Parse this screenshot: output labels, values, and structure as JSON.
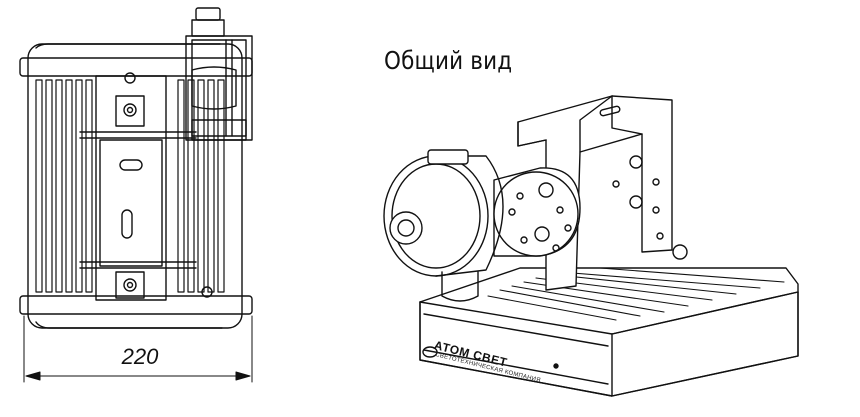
{
  "view_title": "Общий вид",
  "dimension_label": "220",
  "brand": {
    "name": "АТОМ СВЕТ",
    "tagline": "СВЕТОТЕХНИЧЕСКАЯ КОМПАНИЯ"
  }
}
